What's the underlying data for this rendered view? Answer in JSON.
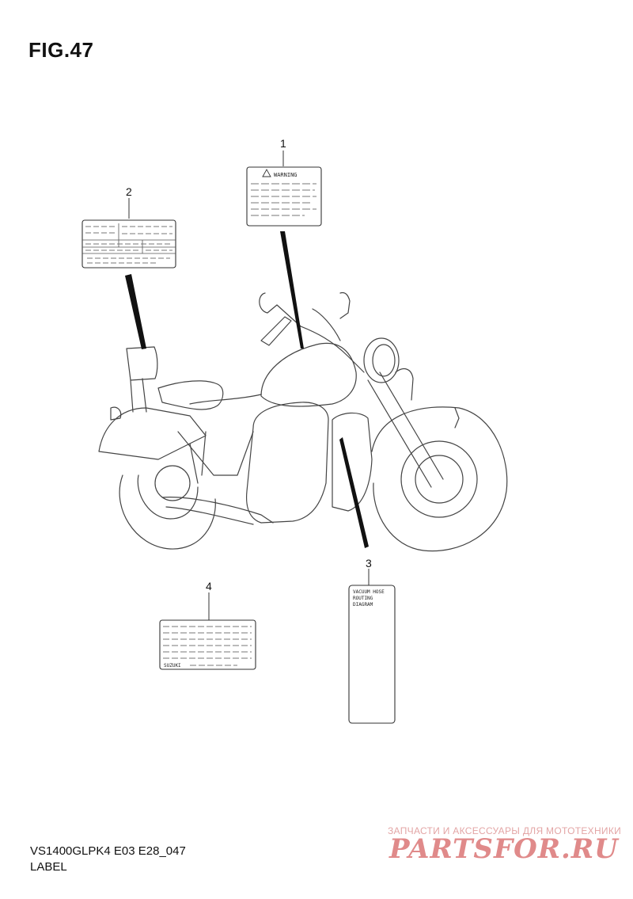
{
  "figure": {
    "title": "FIG.47"
  },
  "callouts": [
    "1",
    "2",
    "3",
    "4"
  ],
  "labels": {
    "warning_label": {
      "heading": "WARNING"
    },
    "vacuum_label": {
      "lines": [
        "VACUUM HOSE",
        "ROUTING",
        "DIAGRAM"
      ]
    },
    "info_label": {
      "brand": "SUZUKI"
    }
  },
  "footer": {
    "model_code": "VS1400GLPK4 E03 E28_047",
    "section_name": "LABEL"
  },
  "watermark": {
    "tagline": "ЗАПЧАСТИ И АКСЕССУАРЫ ДЛЯ МОТОТЕХНИКИ",
    "logo": "PARTSFOR.RU",
    "color": "#e08a8a"
  }
}
